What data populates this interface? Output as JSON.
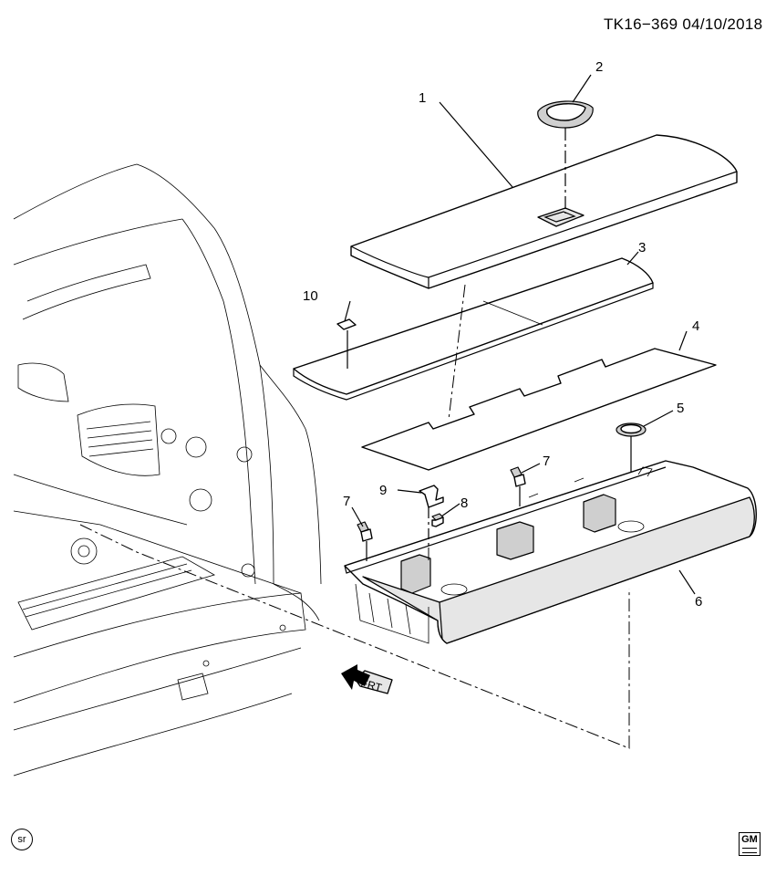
{
  "header": {
    "reference": "TK16−369  04/10/2018"
  },
  "callouts": [
    "1",
    "2",
    "3",
    "4",
    "5",
    "6",
    "7",
    "7",
    "8",
    "9",
    "10"
  ],
  "direction_label": "FRT",
  "badge_sr": "sr",
  "logo_text": "GM"
}
